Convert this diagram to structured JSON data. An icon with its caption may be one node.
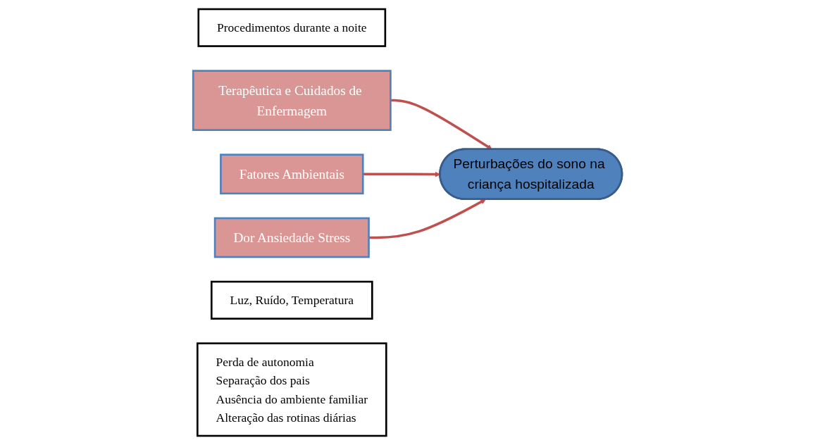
{
  "diagram": {
    "nodes": [
      {
        "text": [
          "Procedimentos durante a noite"
        ]
      },
      {
        "text": [
          "Terapêutica e Cuidados de Enfermagem"
        ]
      },
      {
        "text": [
          "Fatores Ambientais"
        ]
      },
      {
        "text": [
          "Perturbações do sono na criança hospitalizada"
        ]
      },
      {
        "text": [
          "Dor Ansiedade Stress"
        ]
      },
      {
        "text": [
          "Luz, Ruído, Temperatura"
        ]
      },
      {
        "text": [
          "Perda de autonomia",
          "Separação dos pais",
          "Ausência do ambiente familiar",
          "Alteração das rotinas diárias"
        ]
      }
    ],
    "edges": [
      {
        "from": 1,
        "to": 3,
        "arrow": "to"
      },
      {
        "from": 2,
        "to": 3,
        "arrow": "to"
      },
      {
        "from": 4,
        "to": 3,
        "arrow": "to"
      }
    ]
  }
}
